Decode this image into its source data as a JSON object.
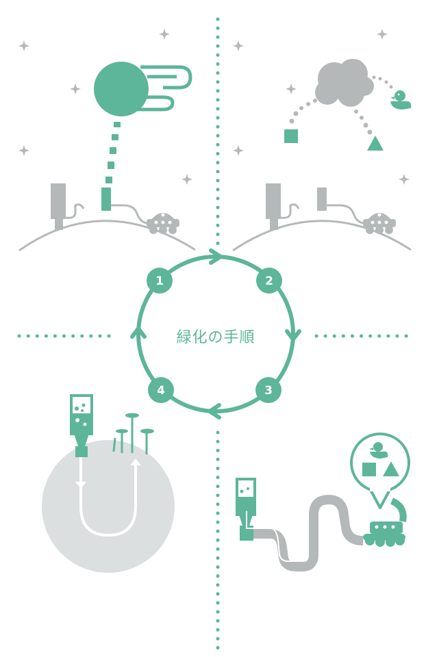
{
  "title": "緑化の手順",
  "steps": [
    {
      "label": "1"
    },
    {
      "label": "2"
    },
    {
      "label": "3"
    },
    {
      "label": "4"
    }
  ],
  "colors": {
    "accent": "#5db59a",
    "gray": "#b5b8b8",
    "light": "#dcdfdf",
    "background": "#ffffff"
  },
  "icons": [
    "meteor-icon",
    "cloud-icon",
    "duck-icon",
    "square-icon",
    "triangle-icon",
    "tank-icon",
    "rover-icon",
    "sprout-icon",
    "sparkle-icon"
  ]
}
